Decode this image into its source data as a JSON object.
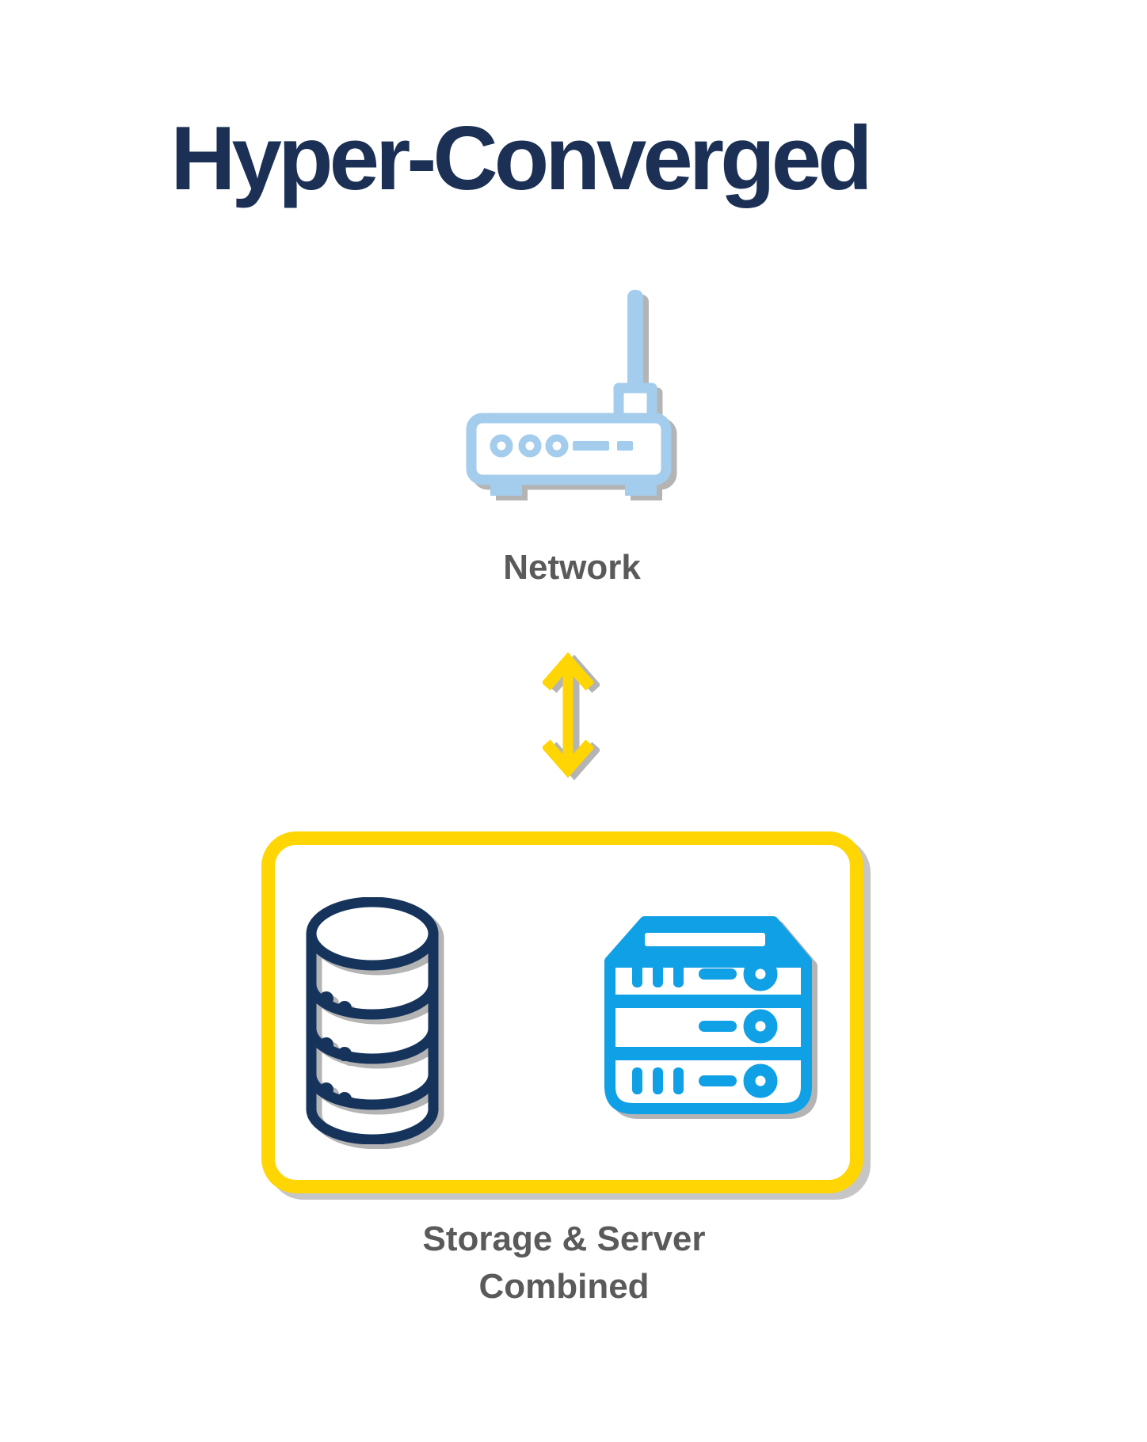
{
  "title": "Hyper-Converged",
  "network": {
    "label": "Network",
    "icon": "wireless-router-icon"
  },
  "flow": {
    "arrow_icon": "bidirectional-vertical-arrow",
    "connects": [
      "Network",
      "Storage & Server Combined"
    ]
  },
  "converged_box": {
    "icons": [
      "storage-database-icon",
      "server-rack-icon"
    ],
    "label_line1": "Storage & Server",
    "label_line2": "Combined"
  },
  "colors": {
    "title_navy": "#1B3054",
    "database_navy": "#16345B",
    "router_light_blue": "#A4CCEC",
    "server_blue": "#10A0E5",
    "accent_yellow": "#FFD504",
    "label_gray": "#5A5A5A",
    "shadow_gray": "#B4B4B4"
  }
}
